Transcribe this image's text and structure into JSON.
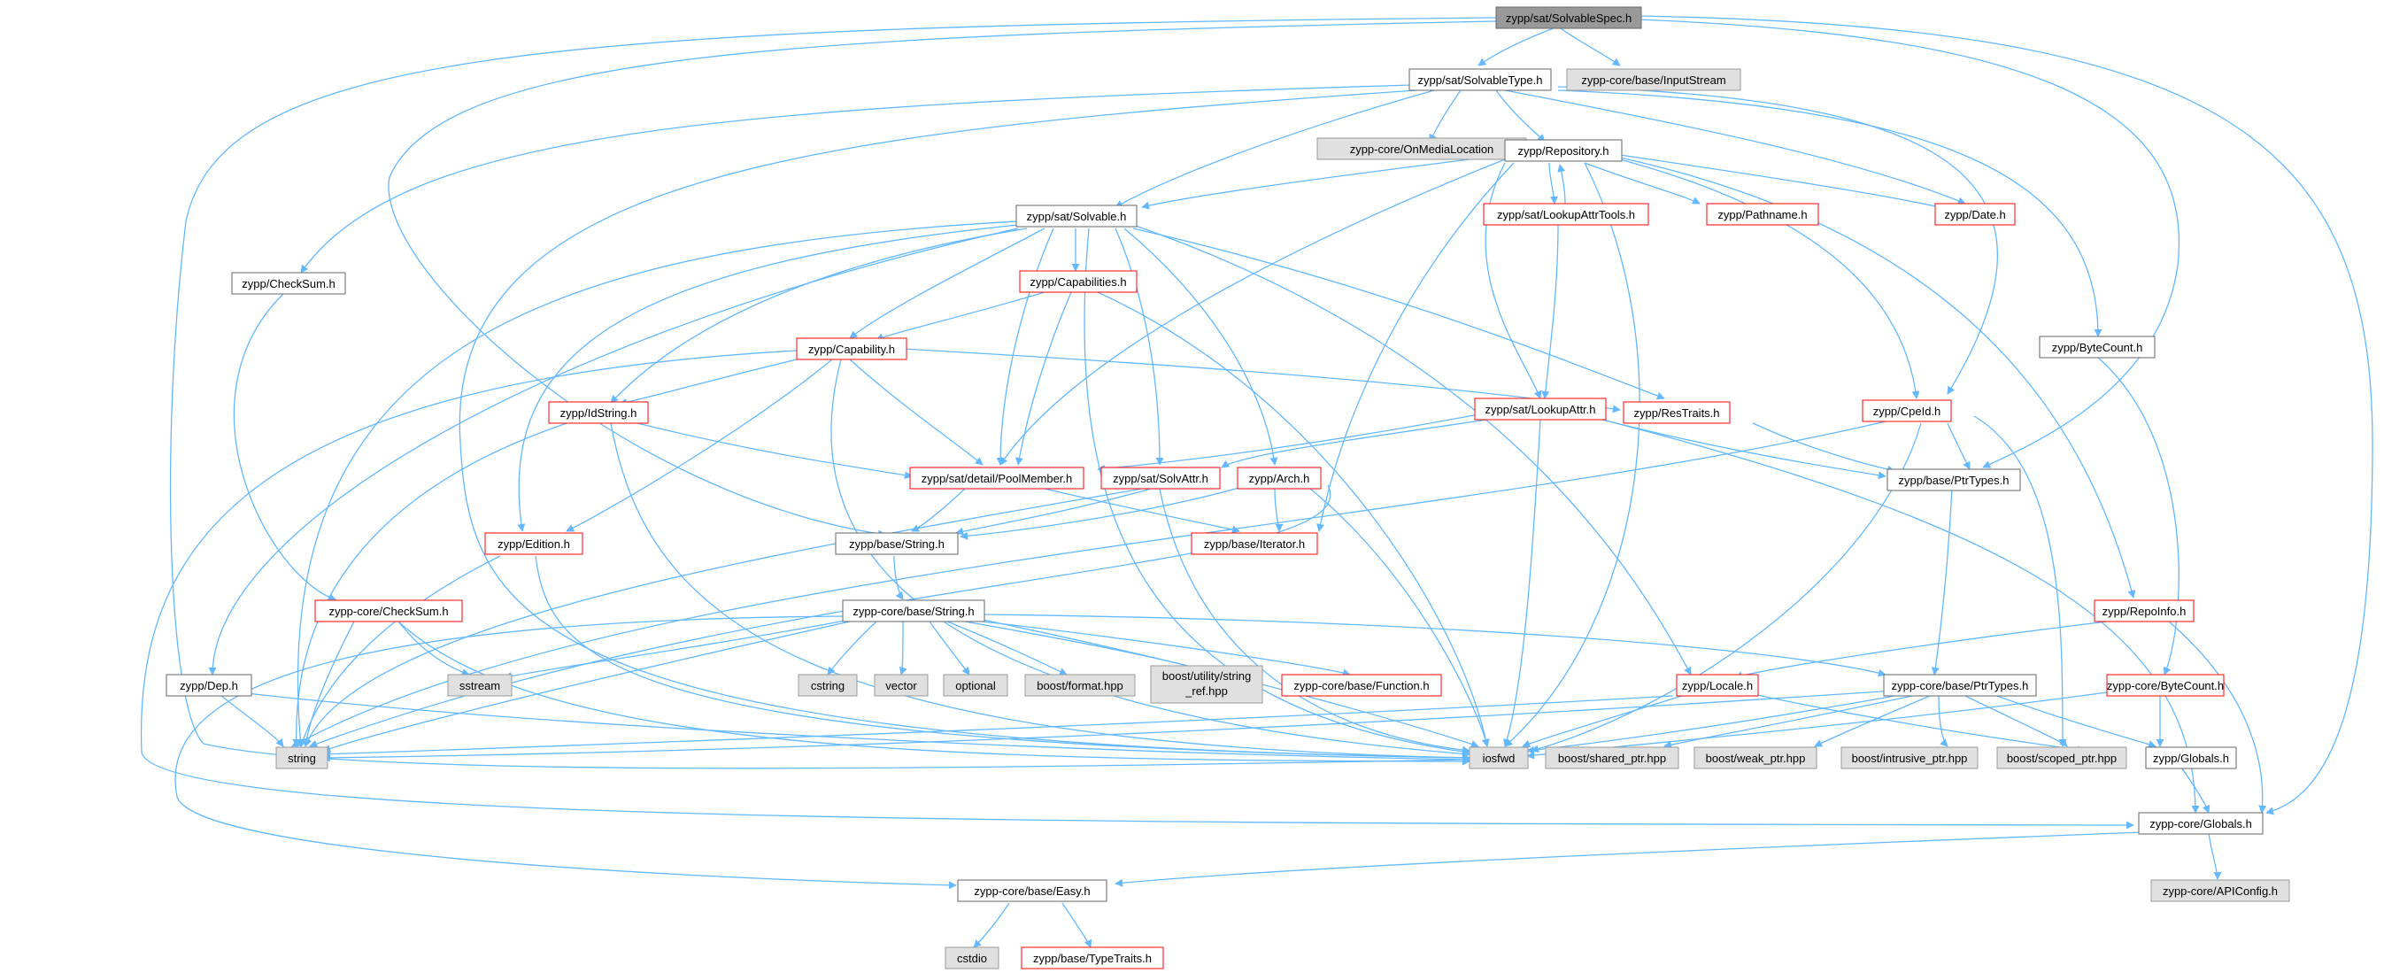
{
  "colors": {
    "edge": "#63b8ff",
    "node_fill_normal": "#ffffff",
    "node_fill_system": "#e0e0e0",
    "node_fill_root": "#999999",
    "node_border_normal": "#666666",
    "node_border_red": "#ff0000",
    "node_border_system": "#999999",
    "text": "#000000"
  },
  "nodes": {
    "solvablespec": "zypp/sat/SolvableSpec.h",
    "solvabletype": "zypp/sat/SolvableType.h",
    "inputstream": "zypp-core/base/InputStream",
    "onmedialocation": "zypp-core/OnMediaLocation",
    "repository": "zypp/Repository.h",
    "solvable": "zypp/sat/Solvable.h",
    "lookupattrtools": "zypp/sat/LookupAttrTools.h",
    "pathname": "zypp/Pathname.h",
    "date": "zypp/Date.h",
    "checksum_h": "zypp/CheckSum.h",
    "capabilities": "zypp/Capabilities.h",
    "capability": "zypp/Capability.h",
    "bytecount_h": "zypp/ByteCount.h",
    "idstring": "zypp/IdString.h",
    "restraits": "zypp/ResTraits.h",
    "lookupattr": "zypp/sat/LookupAttr.h",
    "cpeid": "zypp/CpeId.h",
    "poolmember": "zypp/sat/detail/PoolMember.h",
    "solvattr": "zypp/sat/SolvAttr.h",
    "arch": "zypp/Arch.h",
    "base_ptrtypes": "zypp/base/PtrTypes.h",
    "base_string": "zypp/base/String.h",
    "edition": "zypp/Edition.h",
    "iterator": "zypp/base/Iterator.h",
    "core_checksum": "zypp-core/CheckSum.h",
    "core_string": "zypp-core/base/String.h",
    "repoinfo": "zypp/RepoInfo.h",
    "dep": "zypp/Dep.h",
    "sstream": "sstream",
    "cstring": "cstring",
    "vector": "vector",
    "optional": "optional",
    "boost_format": "boost/format.hpp",
    "boost_utility_1": "boost/utility/string",
    "boost_utility_2": "_ref.hpp",
    "core_function": "zypp-core/base/Function.h",
    "locale": "zypp/Locale.h",
    "core_ptrtypes": "zypp-core/base/PtrTypes.h",
    "core_bytecount": "zypp-core/ByteCount.h",
    "string": "string",
    "iosfwd": "iosfwd",
    "shared_ptr": "boost/shared_ptr.hpp",
    "weak_ptr": "boost/weak_ptr.hpp",
    "intrusive_ptr": "boost/intrusive_ptr.hpp",
    "scoped_ptr": "boost/scoped_ptr.hpp",
    "globals": "zypp/Globals.h",
    "core_globals": "zypp-core/Globals.h",
    "easy": "zypp-core/base/Easy.h",
    "apiconfig": "zypp-core/APIConfig.h",
    "cstdio": "cstdio",
    "typetraits": "zypp/base/TypeTraits.h"
  }
}
